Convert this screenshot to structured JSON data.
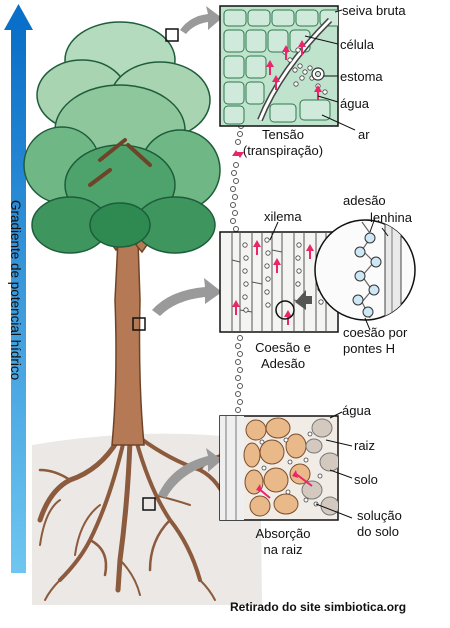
{
  "gradient_label": "Gradiente de potencial hídrico",
  "panels": {
    "leaf": {
      "labels": {
        "sap": "seiva bruta",
        "cell": "célula",
        "stoma": "estoma",
        "water": "água",
        "air": "ar"
      },
      "caption_line1": "Tensão",
      "caption_line2": "(transpiração)"
    },
    "stem": {
      "labels": {
        "xylem": "xilema",
        "adhesion": "adesão",
        "lignin": "lenhina",
        "cohesion_line1": "coesão por",
        "cohesion_line2": "pontes H"
      },
      "caption_line1": "Coesão e",
      "caption_line2": "Adesão"
    },
    "root": {
      "labels": {
        "water": "água",
        "root": "raiz",
        "soil": "solo",
        "solution_line1": "solução",
        "solution_line2": "do solo"
      },
      "caption_line1": "Absorção",
      "caption_line2": "na raiz"
    }
  },
  "credit": {
    "prefix": "Retirado do site",
    "site": "simbiotica.org"
  },
  "colors": {
    "gradient_top": "#0a6fc8",
    "gradient_bottom": "#6ec6f0",
    "foliage_light": "#a8d4b2",
    "foliage_mid": "#6fb886",
    "foliage_dark": "#2f8a52",
    "trunk": "#b57a55",
    "soil": "#e9e6e3",
    "arrow": "#e8266a",
    "leaf_cells": "#bfe3cc",
    "root_cells": "#e9b98a"
  }
}
